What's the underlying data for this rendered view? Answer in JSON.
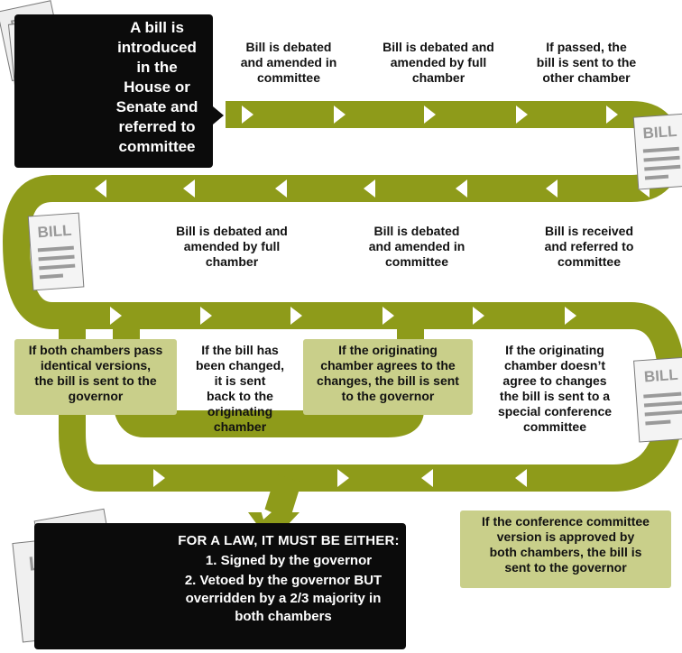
{
  "colors": {
    "track": "#8e9b1a",
    "track_dark": "#7a8614",
    "arrow": "#ffffff",
    "callout_dark": "#0b0b0b",
    "callout_green": "#c9cf8a",
    "document": "#f2f2f2",
    "document_line": "#9a9a9a"
  },
  "start": {
    "text": "A bill is\nintroduced\nin the\nHouse or\nSenate and\nreferred to\ncommittee"
  },
  "row1": {
    "steps": [
      "Bill is debated\nand amended in\ncommittee",
      "Bill is debated and\namended by full\nchamber",
      "If passed, the\nbill is sent to the\nother chamber"
    ]
  },
  "row2": {
    "steps": [
      "Bill is debated and\namended by full\nchamber",
      "Bill is debated\nand amended in\ncommittee",
      "Bill is received\nand referred to\ncommittee"
    ]
  },
  "row3": {
    "both_pass": "If both chambers pass\nidentical versions,\nthe bill is sent to the\ngovernor",
    "changed": "If the bill has\nbeen changed,\nit is sent\nback to the\noriginating\nchamber",
    "agrees": "If the originating\nchamber agrees to the\nchanges, the bill is sent\nto the governor",
    "disagrees": "If the originating\nchamber doesn’t\nagree to changes\nthe bill is sent to a\nspecial conference\ncommittee"
  },
  "conference": {
    "text": "If the conference committee\nversion is approved by\nboth chambers, the bill is\nsent to the governor"
  },
  "law": {
    "title": "FOR A LAW, IT MUST BE EITHER:",
    "option1": "1. Signed by the governor",
    "option2": "2. Vetoed by the governor BUT\noverridden by a 2/3 majority in\nboth chambers"
  },
  "icons": {
    "bill_label": "BILL",
    "law_label": "LAW"
  }
}
